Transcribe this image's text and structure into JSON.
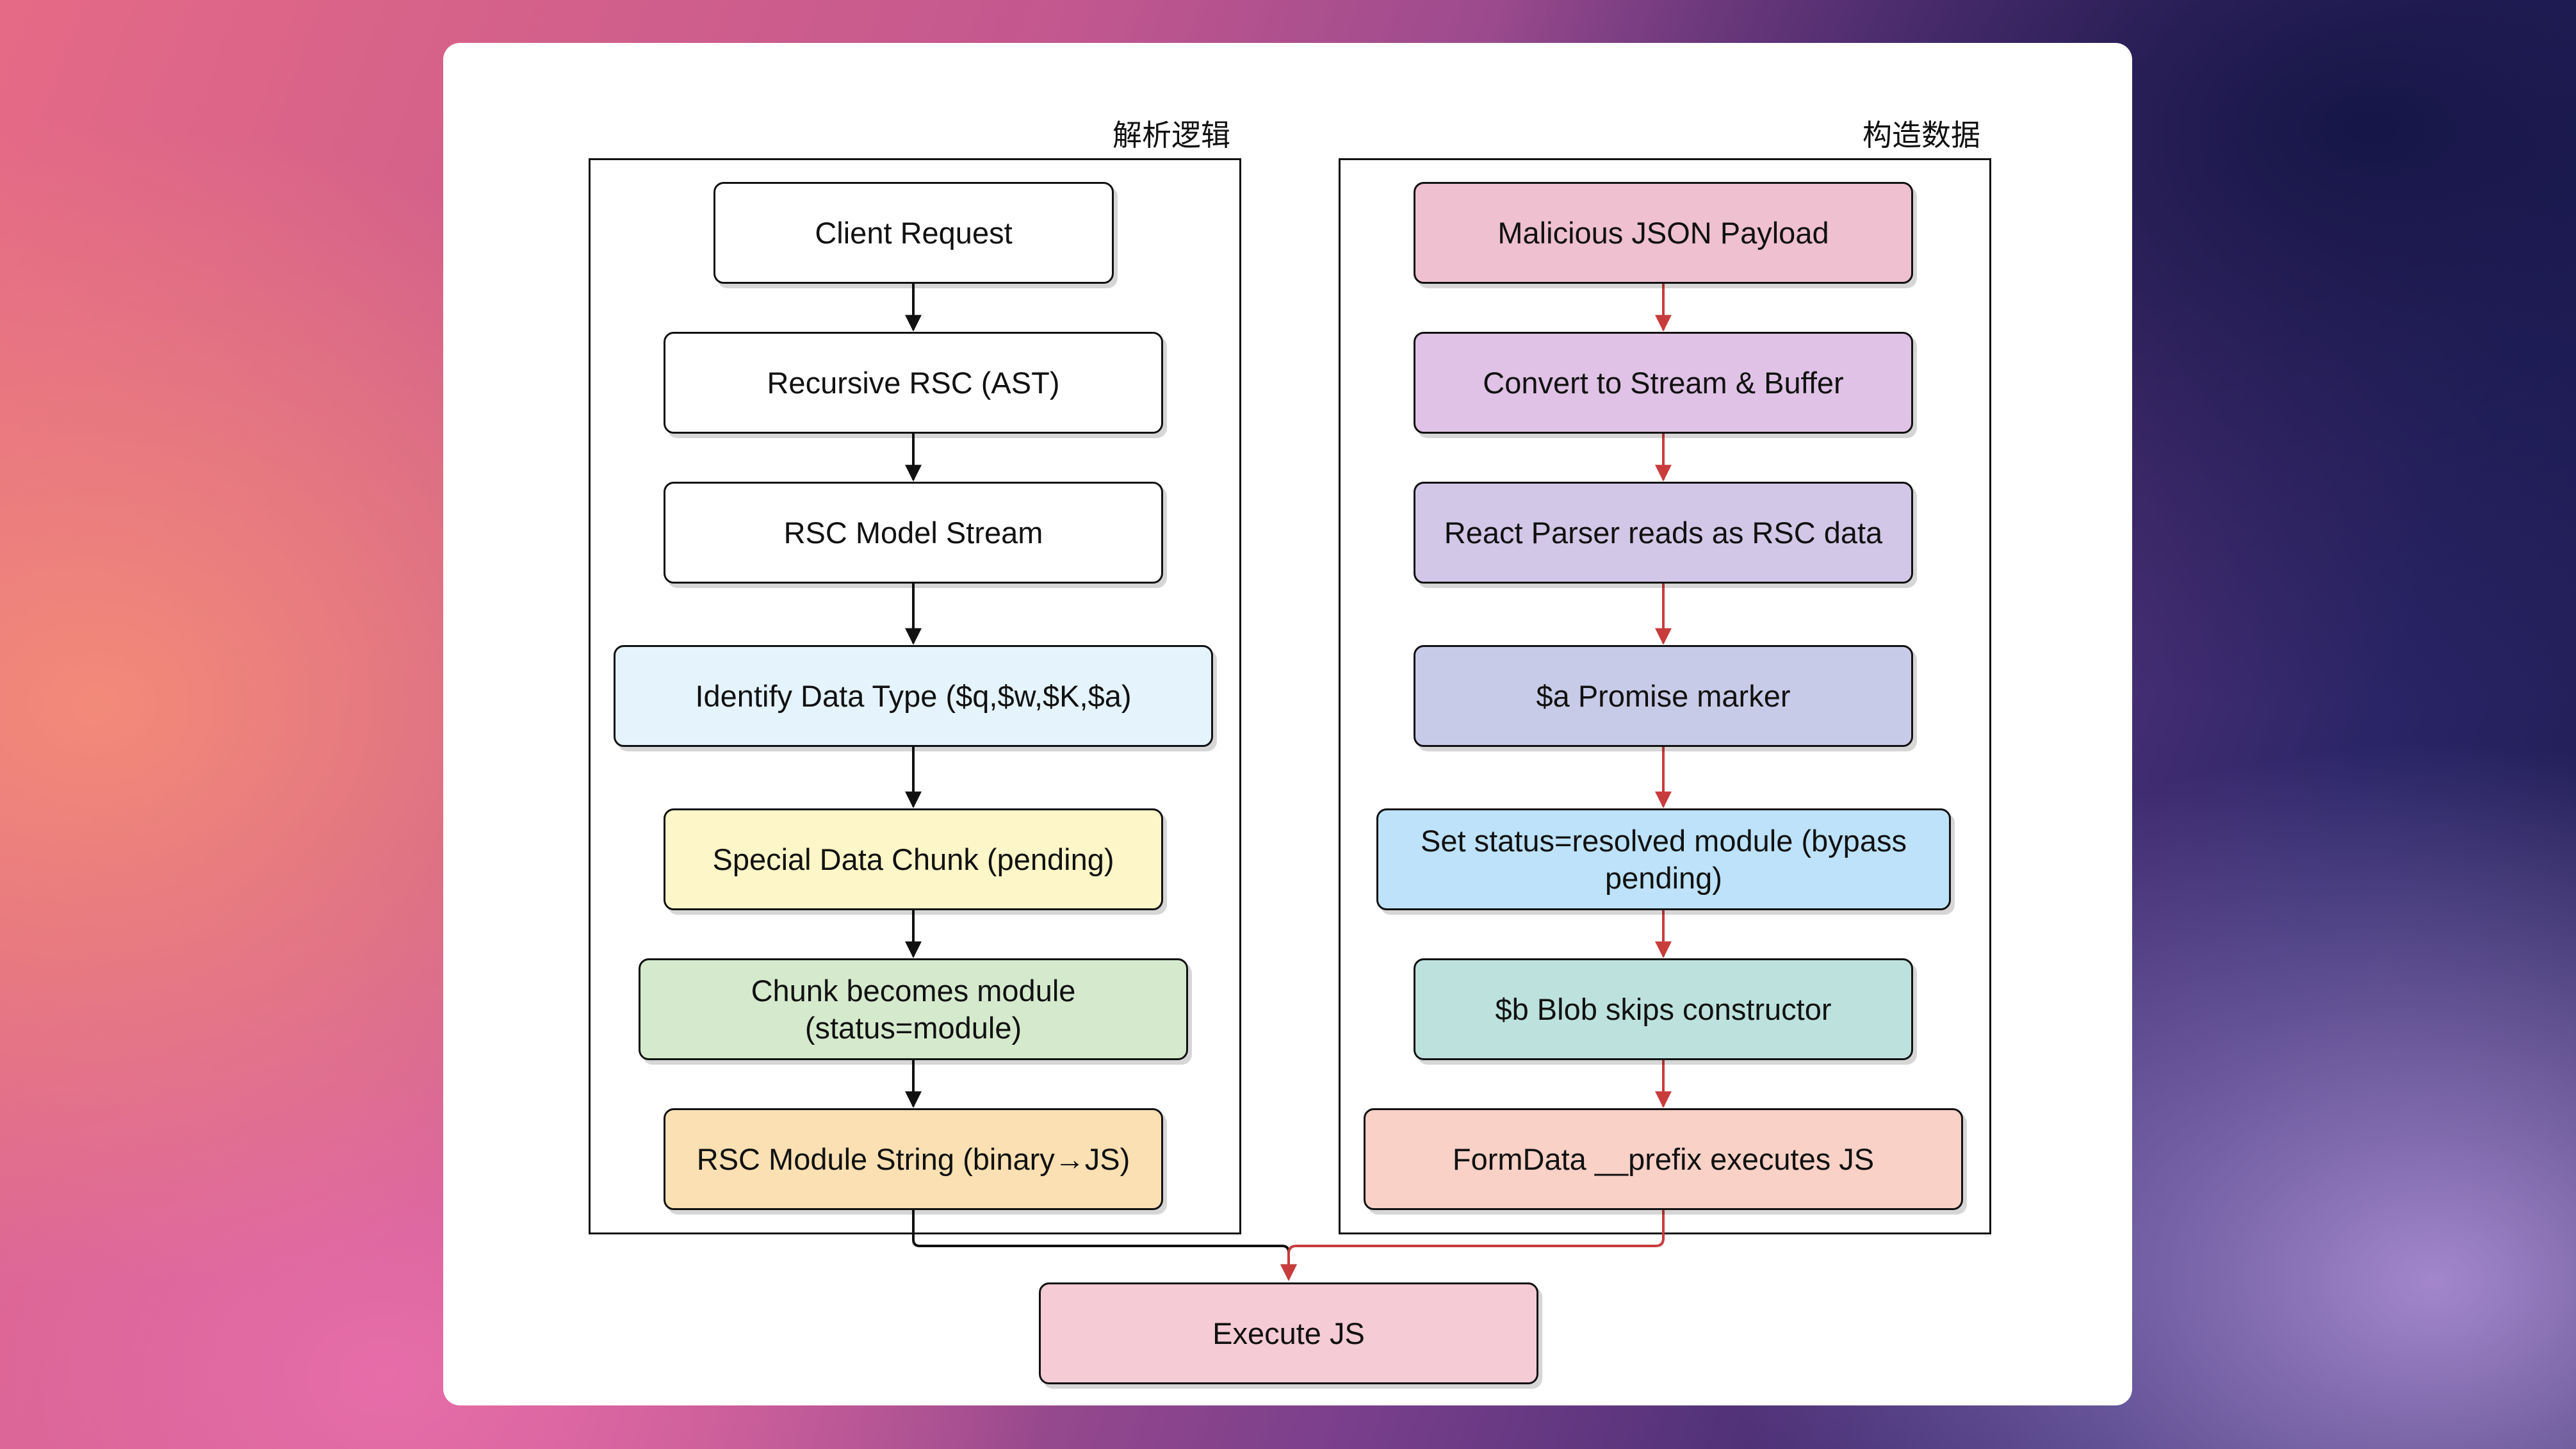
{
  "diagram": {
    "left_group": {
      "title": "解析逻辑",
      "nodes": [
        {
          "label": "Client Request",
          "color": "#ffffff"
        },
        {
          "label": "Recursive RSC (AST)",
          "color": "#ffffff"
        },
        {
          "label": "RSC Model Stream",
          "color": "#ffffff"
        },
        {
          "label": "Identify Data Type ($q,$w,$K,$a)",
          "color": "#e4f3fc"
        },
        {
          "label": "Special Data Chunk (pending)",
          "color": "#fdf6c8"
        },
        {
          "label": "Chunk becomes module (status=module)",
          "color": "#d5eacd"
        },
        {
          "label": "RSC Module String (binary→JS)",
          "color": "#fae0b3"
        }
      ]
    },
    "right_group": {
      "title": "构造数据",
      "nodes": [
        {
          "label": "Malicious JSON Payload",
          "color": "#eec0d0"
        },
        {
          "label": "Convert to Stream & Buffer",
          "color": "#dfc2e5"
        },
        {
          "label": "React Parser reads as RSC data",
          "color": "#d3c7e8"
        },
        {
          "label": "$a Promise marker",
          "color": "#c8cbe8"
        },
        {
          "label": "Set status=resolved module (bypass pending)",
          "color": "#bde2f9"
        },
        {
          "label": "$b Blob skips constructor",
          "color": "#bde2de"
        },
        {
          "label": "FormData __prefix executes JS",
          "color": "#f9d1c6"
        }
      ]
    },
    "final_node": {
      "label": "Execute JS",
      "color": "#f5cbd5"
    },
    "edge_colors": {
      "left": "#111111",
      "right": "#c83c3c"
    }
  }
}
